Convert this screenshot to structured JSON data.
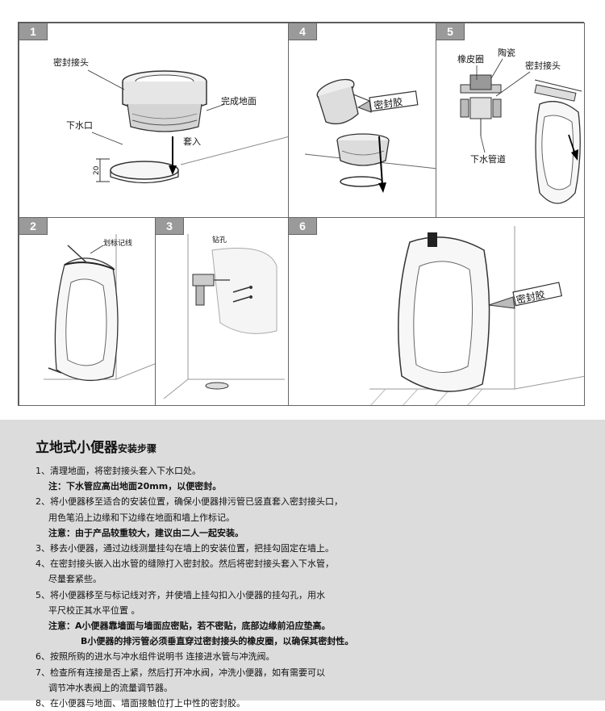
{
  "panels": {
    "p1": {
      "num": "1",
      "seal_joint": "密封接头",
      "floor": "完成地面",
      "drain": "下水口",
      "insert": "套入",
      "height": "20"
    },
    "p2": {
      "num": "2",
      "mark": "划标记线"
    },
    "p3": {
      "num": "3",
      "drill": "钻孔"
    },
    "p4": {
      "num": "4",
      "sealant": "密封胶"
    },
    "p5": {
      "num": "5",
      "rubber": "橡皮圈",
      "ceramic": "陶瓷",
      "seal_joint": "密封接头",
      "pipe": "下水管道"
    },
    "p6": {
      "num": "6",
      "sealant": "密封胶"
    }
  },
  "instructions": {
    "title": "立地式小便器",
    "subtitle": "安装步骤",
    "lines": [
      "1、清理地面，将密封接头套入下水口处。",
      "注：下水管应高出地面20mm，以便密封。",
      "2、将小便器移至适合的安装位置，确保小便器排污管已竖直套入密封接头口，",
      "用色笔沿上边缘和下边缘在地面和墙上作标记。",
      "注意：由于产品较重较大，建议由二人一起安装。",
      "3、移去小便器，通过边线测量挂勾在墙上的安装位置，把挂勾固定在墙上。",
      "4、在密封接头嵌入出水管的缝隙打入密封胶。然后将密封接头套入下水管，",
      "尽量套紧些。",
      "5、将小便器移至与标记线对齐，并使墙上挂勾扣入小便器的挂勾孔，用水",
      "平尺校正其水平位置 。",
      "注意：A小便器靠墙面与墙面应密贴，若不密贴，底部边缘前沿应垫高。",
      "B小便器的排污管必须垂直穿过密封接头的橡皮圈，以确保其密封性。",
      "6、按照所购的进水与冲水组件说明书 连接进水管与冲洗阀。",
      "7、检查所有连接是否上紧，然后打开冲水阀，冲洗小便器，如有需要可以",
      "调节冲水表阀上的流量调节器。",
      "8、在小便器与地面、墙面接触位打上中性的密封胶。"
    ]
  }
}
